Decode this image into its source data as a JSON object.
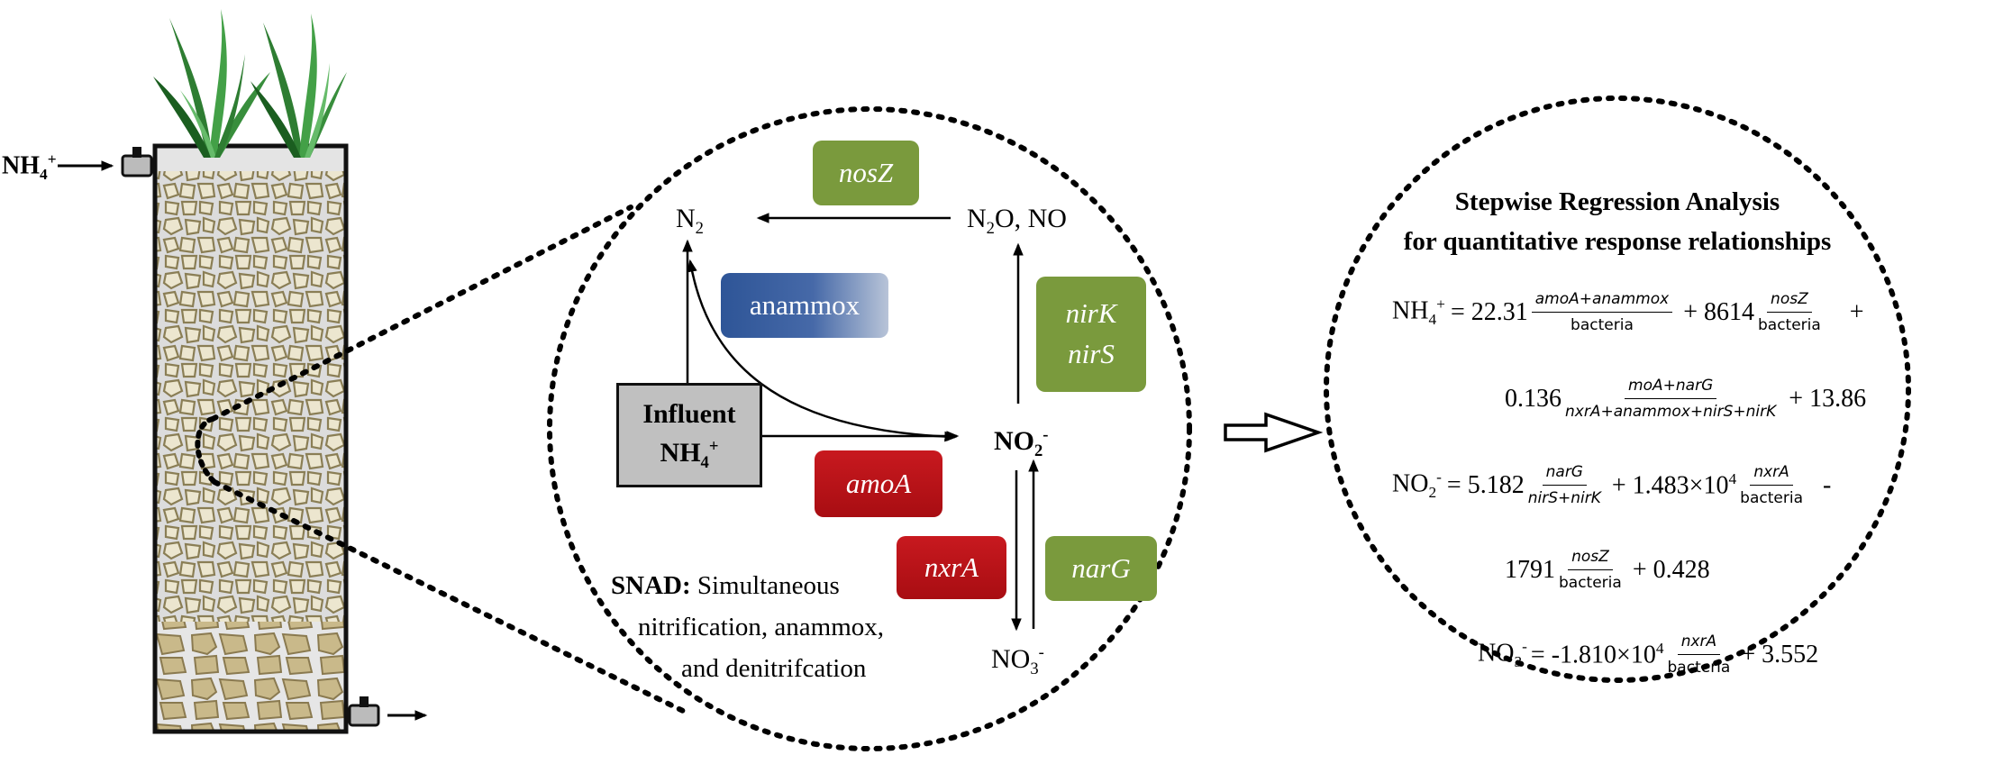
{
  "reactor": {
    "inlet_label": "NH",
    "inlet_sub": "4",
    "inlet_sup": "+"
  },
  "cycle": {
    "n2": "N",
    "n2_sub": "2",
    "n2o": "N",
    "n2o_sub": "2",
    "n2o_rest": "O, NO",
    "no2": "NO",
    "no2_sub": "2",
    "no2_sup": "-",
    "no3": "NO",
    "no3_sub": "3",
    "no3_sup": "-",
    "influent_line1": "Influent",
    "influent_line2": "NH",
    "influent_sub": "4",
    "influent_sup": "+",
    "genes": {
      "nosz": "nosZ",
      "anammox": "anammox",
      "nirk": "nirK",
      "nirs": "nirS",
      "amoa": "amoA",
      "nxra": "nxrA",
      "narg": "narG"
    },
    "snad_bold": "SNAD:",
    "snad_line1": "Simultaneous",
    "snad_line2": "nitrification, anammox,",
    "snad_line3": "and denitrifcation",
    "colors": {
      "green": "#7a9a3d",
      "red": "#b8141a",
      "blue": "#2e5597",
      "influent_fill": "#c0c0c0"
    }
  },
  "regression": {
    "title1": "Stepwise Regression Analysis",
    "title2": "for quantitative response relationships",
    "eq1": {
      "lhs": "NH",
      "lhs_sub": "4",
      "lhs_sup": "+",
      "c1": "= 22.31",
      "f1_num": "amoA+anammox",
      "f1_den": "bacteria",
      "c2": "+ 8614",
      "f2_num": "nosZ",
      "f2_den": "bacteria",
      "tail": "+",
      "c3": "0.136",
      "f3_num": "moA+narG",
      "f3_den": "nxrA+anammox+nirS+nirK",
      "end": "+ 13.86"
    },
    "eq2": {
      "lhs": "NO",
      "lhs_sub": "2",
      "lhs_sup": "-",
      "c1": "= 5.182",
      "f1_num": "narG",
      "f1_den": "nirS+nirK",
      "c2": "+ 1.483×10",
      "c2_sup": "4",
      "f2_num": "nxrA",
      "f2_den": "bacteria",
      "tail": "-",
      "c3": "1791",
      "f3_num": "nosZ",
      "f3_den": "bacteria",
      "end": "+ 0.428"
    },
    "eq3": {
      "lhs": "NO",
      "lhs_sub": "3",
      "lhs_sup": "-",
      "c1": "= -1.810×10",
      "c1_sup": "4",
      "f1_num": "nxrA",
      "f1_den": "bacteria",
      "end": "+ 3.552"
    }
  }
}
